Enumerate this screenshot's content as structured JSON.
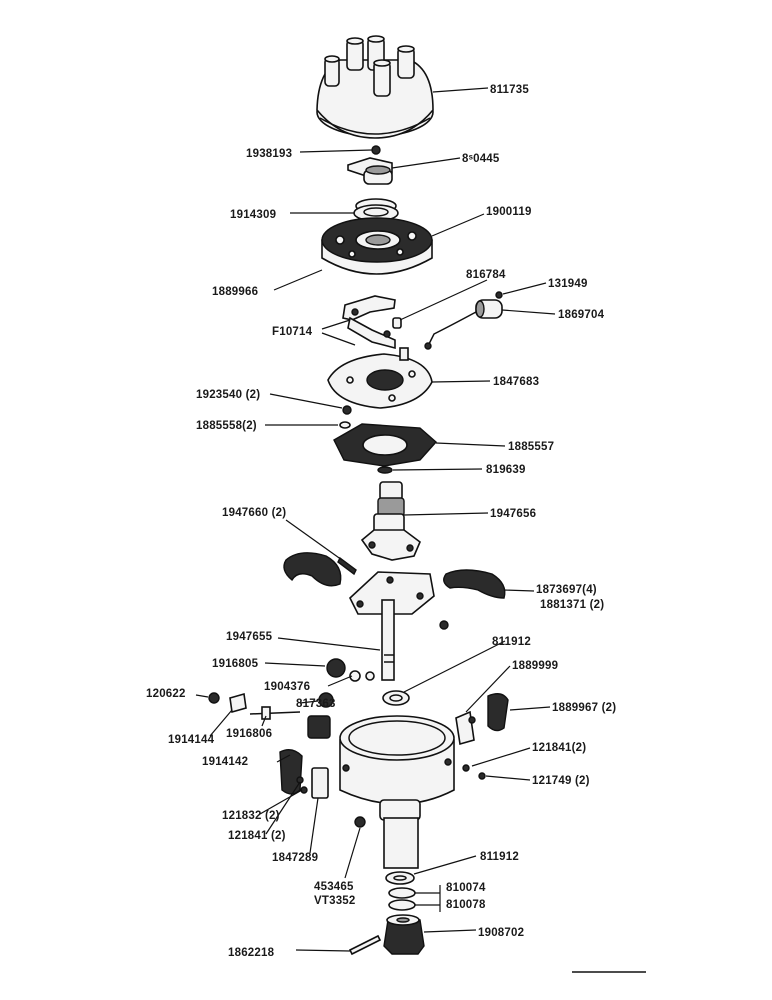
{
  "labels": {
    "l811735": "811735",
    "l1938193": "1938193",
    "l810445": "8ˢ0445",
    "l1914309": "1914309",
    "l1900119": "1900119",
    "l1889966": "1889966",
    "l816784": "816784",
    "l131949": "131949",
    "l1869704": "1869704",
    "lF10714": "F10714",
    "l1847683": "1847683",
    "l1923540": "1923540 (2)",
    "l1885558": "1885558(2)",
    "l1885557": "1885557",
    "l819639": "819639",
    "l1947660": "1947660 (2)",
    "l1947656": "1947656",
    "l1873697": "1873697(4)",
    "l1881371": "1881371 (2)",
    "l1947655": "1947655",
    "l811912a": "811912",
    "l1916805": "1916805",
    "l1904376": "1904376",
    "l1889999": "1889999",
    "l120622": "120622",
    "l817363": "817363",
    "l1889967": "1889967 (2)",
    "l1914144": "1914144",
    "l1916806": "1916806",
    "l121841a": "121841(2)",
    "l1914142": "1914142",
    "l121749": "121749 (2)",
    "l121832": "121832 (2)",
    "l121841b": "121841 (2)",
    "l1847289": "1847289",
    "l811912b": "811912",
    "l453465": "453465",
    "lVT3352": "VT3352",
    "l810074": "810074",
    "l810078": "810078",
    "l1908702": "1908702",
    "l1862218": "1862218"
  }
}
